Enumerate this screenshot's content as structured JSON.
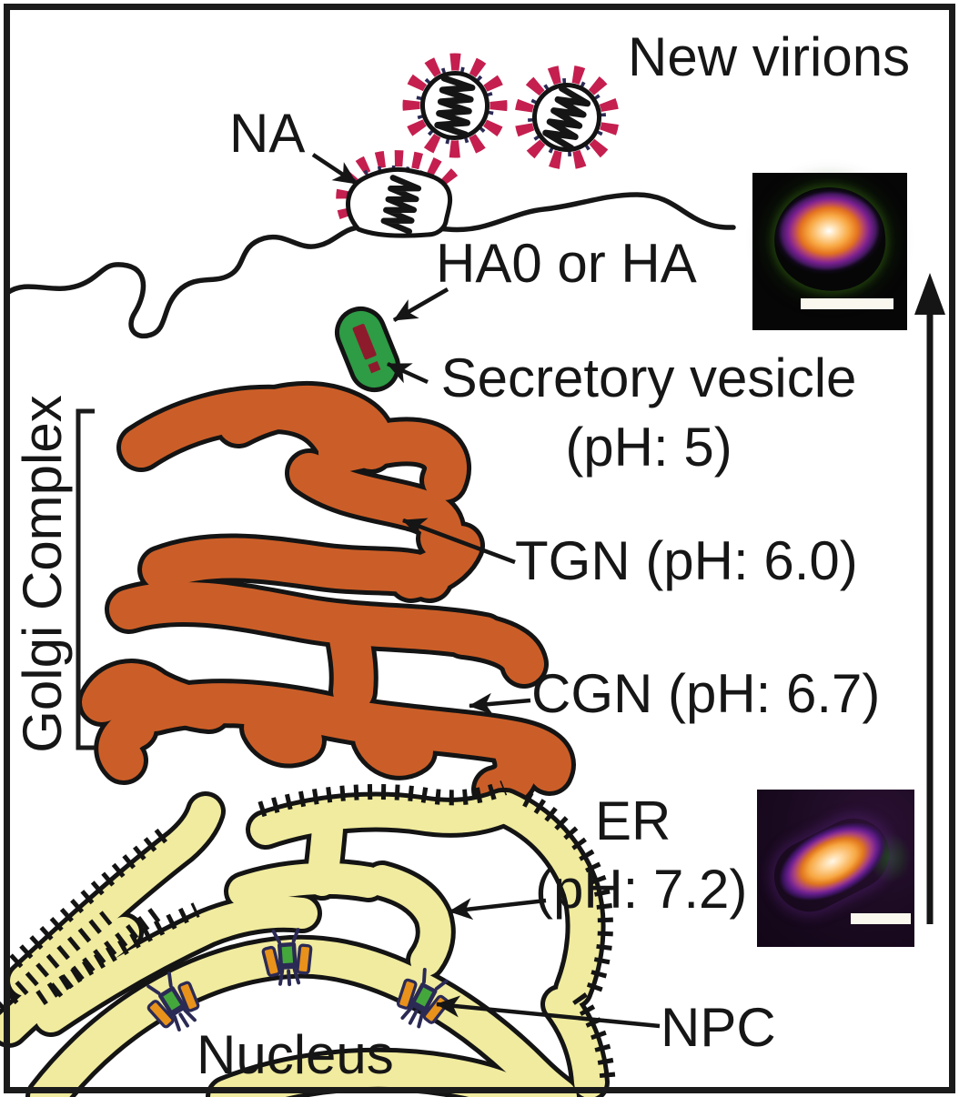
{
  "labels": {
    "new_virions": "New virions",
    "na": "NA",
    "ha0_or_ha": "HA0 or HA",
    "secretory_vesicle": "Secretory vesicle",
    "secretory_vesicle_ph": "(pH: 5)",
    "tgn": "TGN (pH: 6.0)",
    "cgn": "CGN (pH: 6.7)",
    "er": "ER",
    "er_ph": "(pH: 7.2)",
    "golgi_complex": "Golgi Complex",
    "nucleus": "Nucleus",
    "npc": "NPC"
  },
  "colors": {
    "golgi_orange": "#CB5E28",
    "er_yellow": "#F0EB9E",
    "vesicle_green": "#2E9B45",
    "vesicle_cargo_red": "#8E1B2C",
    "spike_crimson": "#C41F4F",
    "dark_navy": "#2B2A55",
    "npc_orange": "#E8921B",
    "npc_green": "#44A73C",
    "outline_black": "#151515"
  }
}
